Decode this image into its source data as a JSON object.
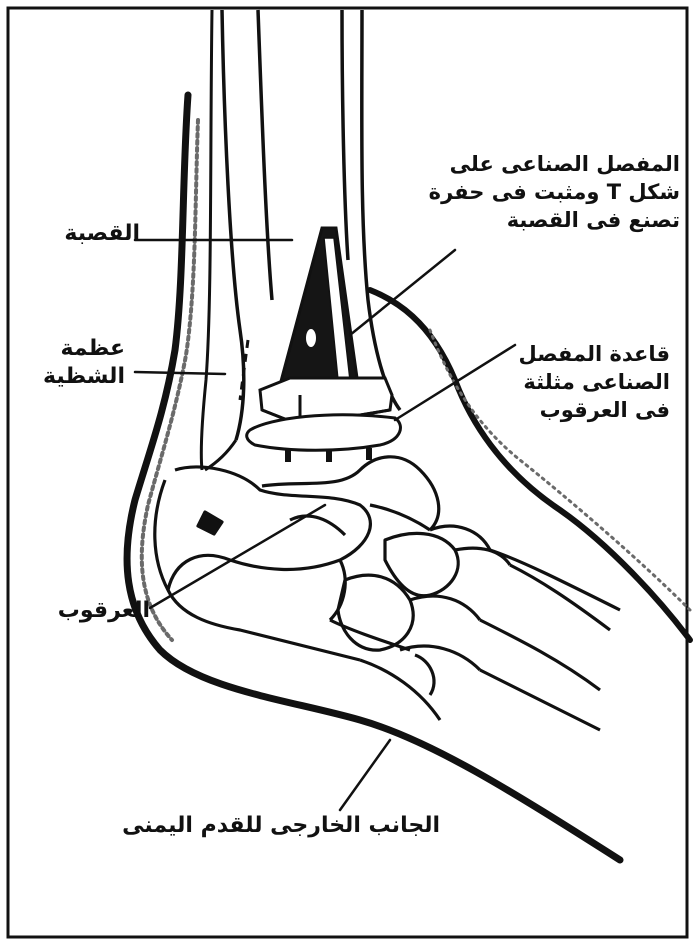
{
  "labels": {
    "tibia": "القصبة",
    "fibula": [
      "عظمة",
      "الشظية"
    ],
    "artificial_joint_t": [
      "المفصل الصناعى على",
      "شكل T ومثبت فى حفرة",
      "تصنع فى القصبة"
    ],
    "joint_base": [
      "قاعدة المفصل",
      "الصناعى مثلثة",
      "فى العرقوب"
    ],
    "calcaneus": "العرقوب",
    "foot_side": "الجانب الخارجى للقدم اليمنى"
  },
  "colors": {
    "ink": "#111111",
    "background": "#ffffff",
    "shading": "#6a6a6a"
  }
}
